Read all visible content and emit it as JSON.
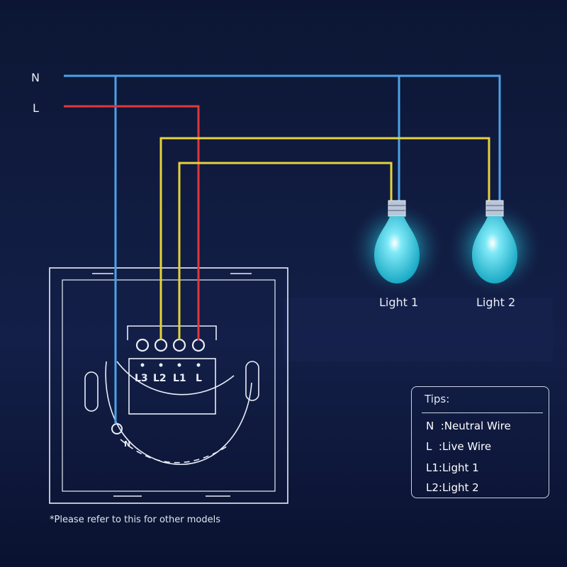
{
  "wires": {
    "neutral_label": "N",
    "live_label": "L"
  },
  "colors": {
    "neutral": "#4aa3e8",
    "live": "#e0383d",
    "load": "#e6d23a",
    "bulb": "#2bd3e8",
    "background": "#0b1533"
  },
  "lights": [
    {
      "label": "Light 1"
    },
    {
      "label": "Light 2"
    }
  ],
  "switch": {
    "terminals": [
      "L3",
      "L2",
      "L1",
      "L"
    ],
    "neutral_terminal": "N"
  },
  "tips": {
    "title": "Tips:",
    "items": [
      "N  :Neutral Wire",
      "L  :Live Wire",
      "L1:Light 1",
      "L2:Light 2"
    ]
  },
  "footnote": "*Please refer to this for other models"
}
